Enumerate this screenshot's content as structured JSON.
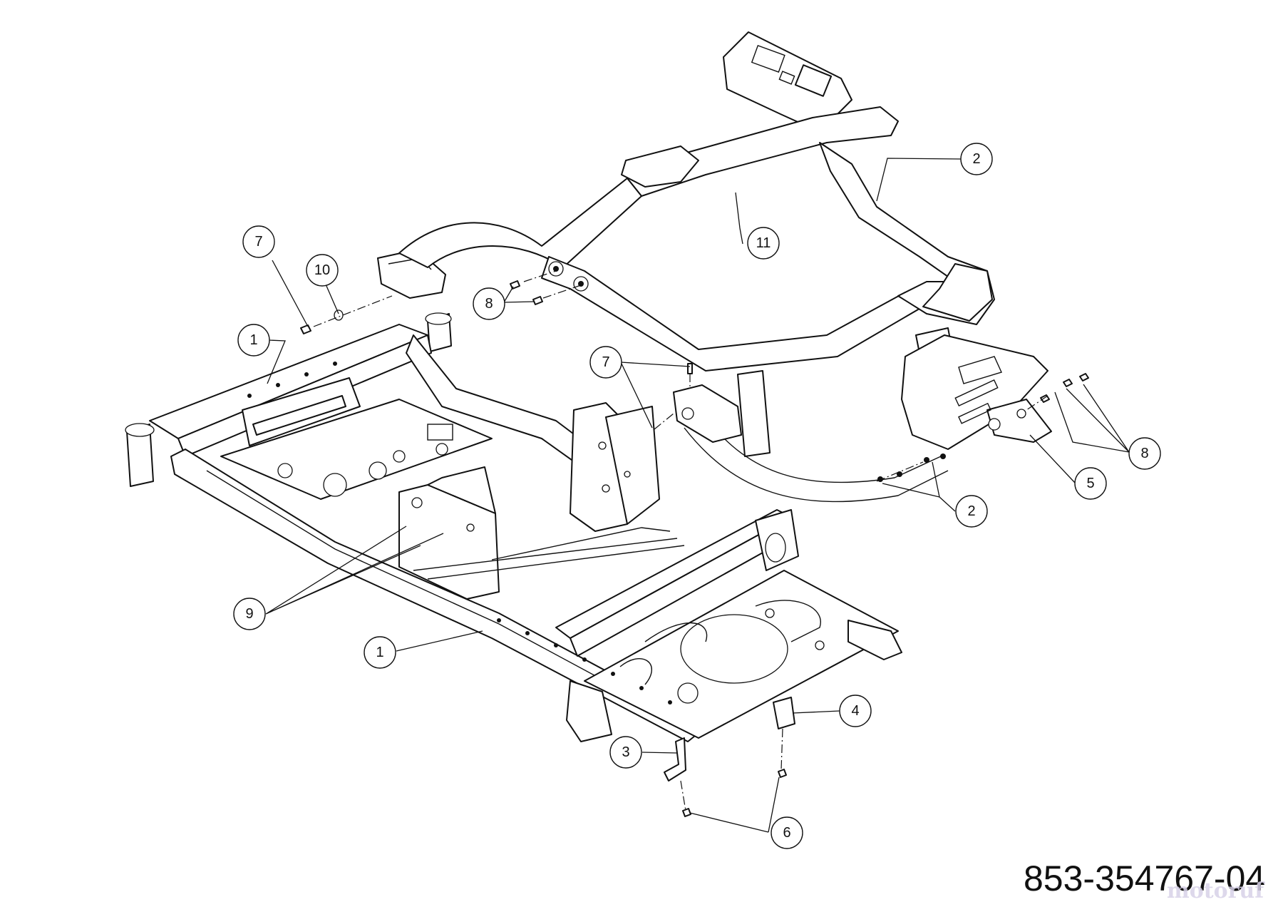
{
  "diagram": {
    "callouts": [
      {
        "id": "c-2-top",
        "label": "2"
      },
      {
        "id": "c-11",
        "label": "11"
      },
      {
        "id": "c-7-left",
        "label": "7"
      },
      {
        "id": "c-10",
        "label": "10"
      },
      {
        "id": "c-8-left",
        "label": "8"
      },
      {
        "id": "c-1-top",
        "label": "1"
      },
      {
        "id": "c-7-mid",
        "label": "7"
      },
      {
        "id": "c-8-right",
        "label": "8"
      },
      {
        "id": "c-5",
        "label": "5"
      },
      {
        "id": "c-2-bottom",
        "label": "2"
      },
      {
        "id": "c-9",
        "label": "9"
      },
      {
        "id": "c-1-bottom",
        "label": "1"
      },
      {
        "id": "c-4",
        "label": "4"
      },
      {
        "id": "c-3",
        "label": "3"
      },
      {
        "id": "c-6",
        "label": "6"
      }
    ],
    "part_number": "853-354767-04",
    "watermark": "motoruf"
  }
}
